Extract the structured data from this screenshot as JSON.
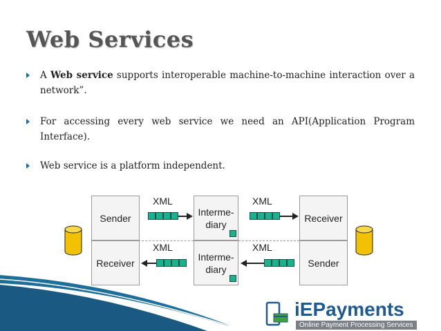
{
  "slide": {
    "title": "Web Services",
    "bullets": [
      {
        "pre": "A ",
        "bold": "Web service",
        "post": " supports interoperable machine-to-machine interaction over a network”."
      },
      {
        "text": "For accessing every web service we need an API(Application Program Interface)."
      },
      {
        "text": "Web service is a platform independent."
      }
    ]
  },
  "diagram": {
    "top_left_box": "Sender",
    "top_mid_box": "Interme-\ndiary",
    "top_right_box": "Receiver",
    "bottom_left_box": "Receiver",
    "bottom_mid_box": "Interme-\ndiary",
    "bottom_right_box": "Sender",
    "xml_label": "XML"
  },
  "logo": {
    "name": "iEPayments",
    "tagline": "Online Payment Processing Services"
  },
  "colors": {
    "accent": "#1c6e9b",
    "message_green": "#17b28e",
    "database_yellow": "#f2c200",
    "brand_blue": "#1f5a8f"
  }
}
